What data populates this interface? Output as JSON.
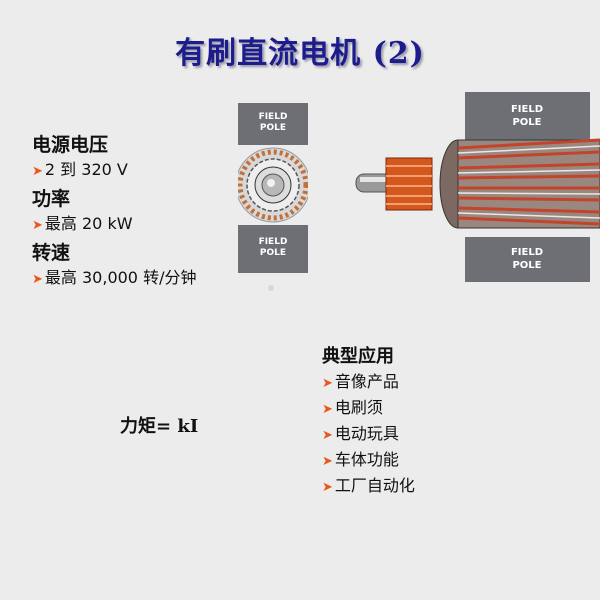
{
  "title": "有刷直流电机 (2)",
  "specs": [
    {
      "heading": "电源电压",
      "value": "2 到 320 V"
    },
    {
      "heading": "功率",
      "value": "最高 20 kW"
    },
    {
      "heading": "转速",
      "value": "最高 30,000 转/分钟"
    }
  ],
  "torque_formula": "力矩= kI",
  "applications": {
    "heading": "典型应用",
    "items": [
      "音像产品",
      "电刷须",
      "电动玩具",
      "车体功能",
      "工厂自动化"
    ]
  },
  "diagram": {
    "small_pole_top": [
      "FIELD",
      "POLE"
    ],
    "small_pole_bottom": [
      "FIELD",
      "POLE"
    ],
    "large_pole_top": [
      "FIELD",
      "POLE"
    ],
    "large_pole_bottom": [
      "FIELD",
      "POLE"
    ]
  },
  "bullet_icon": "arrow-right-icon",
  "colors": {
    "title": "#1c1c8c",
    "bullet": "#e8581a",
    "pole": "#6e6f75"
  }
}
